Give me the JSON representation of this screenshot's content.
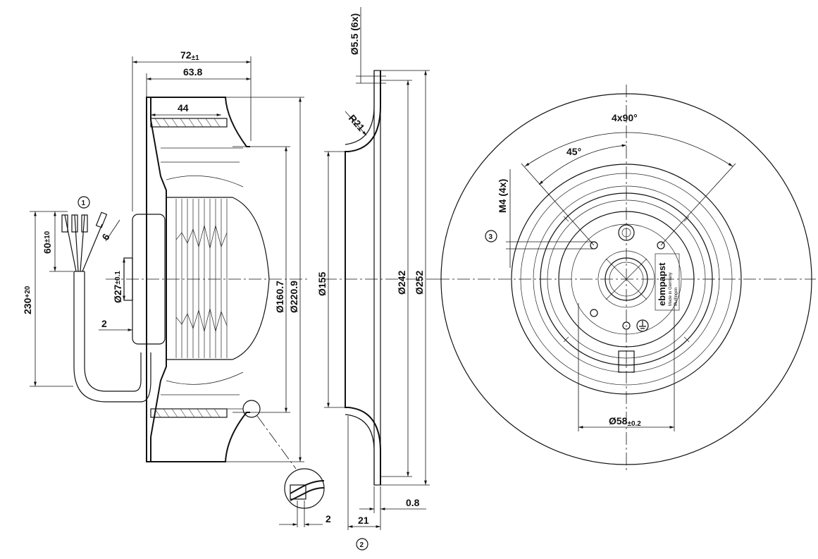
{
  "dimensions": {
    "width_total": "72",
    "width_total_tol": "±1",
    "width_inner": "63.8",
    "width_blade": "44",
    "cable_len": "230",
    "cable_len_tol": "+20",
    "cable_strip": "60",
    "cable_strip_tol": "±10",
    "wire_strip": "6",
    "gap_left": "2",
    "shaft_dia": "Ø27",
    "shaft_dia_tol": "±0.1",
    "inlet_dia": "Ø160.7",
    "outer_dia": "Ø220.9",
    "nozzle_dia": "Ø155",
    "ring_dia": "Ø242",
    "plate_dia": "Ø252",
    "hole_dia": "Ø5.5 (6x)",
    "radius": "R21",
    "nozzle_depth": "21",
    "plate_thk": "0.8",
    "detail_gap": "2",
    "hub_dia": "Ø58",
    "hub_dia_tol": "±0.2",
    "angle_div": "4x90°",
    "angle_half": "45°",
    "thread": "M4 (4x)"
  },
  "callouts": {
    "c1": "1",
    "c2": "2",
    "c3": "3"
  },
  "logo": {
    "brand": "ebmpapst",
    "line1": "Made in Germany",
    "line2": "Mulfingen"
  },
  "colors": {
    "stroke": "#111111",
    "background": "#ffffff"
  }
}
